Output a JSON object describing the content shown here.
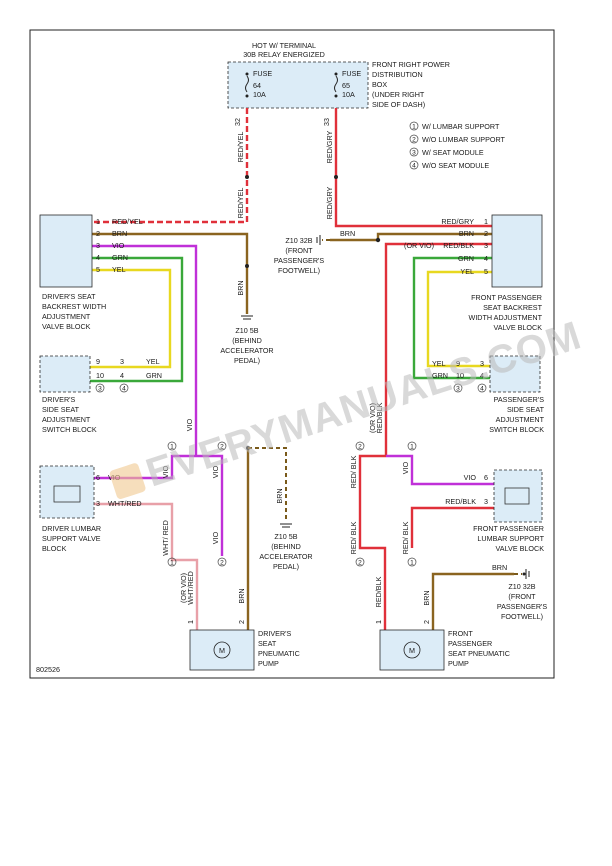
{
  "header": {
    "line1": "HOT W/ TERMINAL",
    "line2": "30B RELAY ENERGIZED"
  },
  "fuses": [
    {
      "label": "FUSE",
      "number": "64",
      "rating": "10A",
      "circuit": "32",
      "wire1": "RED/YEL",
      "wire2": "RED/YEL"
    },
    {
      "label": "FUSE",
      "number": "65",
      "rating": "10A",
      "circuit": "33",
      "wire1": "RED/GRY",
      "wire2": "RED/GRY"
    }
  ],
  "fuse_box": [
    "FRONT RIGHT POWER",
    "DISTRIBUTION",
    "BOX",
    "(UNDER RIGHT",
    "SIDE OF DASH)"
  ],
  "legend": [
    {
      "num": "1",
      "text": "W/ LUMBAR SUPPORT"
    },
    {
      "num": "2",
      "text": "W/O LUMBAR SUPPORT"
    },
    {
      "num": "3",
      "text": "W/ SEAT MODULE"
    },
    {
      "num": "4",
      "text": "W/O SEAT MODULE"
    }
  ],
  "driver_backrest": {
    "label": [
      "DRIVER'S SEAT",
      "BACKREST WIDTH",
      "ADJUSTMENT",
      "VALVE BLOCK"
    ],
    "pins": [
      {
        "pin": "1",
        "wire": "RED/YEL"
      },
      {
        "pin": "2",
        "wire": "BRN"
      },
      {
        "pin": "3",
        "wire": "VIO"
      },
      {
        "pin": "4",
        "wire": "GRN"
      },
      {
        "pin": "5",
        "wire": "YEL"
      }
    ]
  },
  "passenger_backrest": {
    "label": [
      "FRONT PASSENGER",
      "SEAT BACKREST",
      "WIDTH ADJUSTMENT",
      "VALVE BLOCK"
    ],
    "pins": [
      {
        "pin": "1",
        "wire": "RED/GRY"
      },
      {
        "pin": "2",
        "wire": "BRN"
      },
      {
        "pin": "3",
        "wire": "RED/BLK"
      },
      {
        "pin": "4",
        "wire": "GRN"
      },
      {
        "pin": "5",
        "wire": "YEL"
      }
    ],
    "or_vio": "(OR VIO)"
  },
  "ground_center": {
    "wire": "BRN",
    "name": "Z10 32B",
    "loc": [
      "(FRONT",
      "PASSENGER'S",
      "FOOTWELL)"
    ]
  },
  "ground_left": {
    "wire": "BRN",
    "name": "Z10 5B",
    "loc": [
      "(BEHIND",
      "ACCELERATOR",
      "PEDAL)"
    ]
  },
  "ground_mid": {
    "wire": "BRN",
    "name": "Z10 5B",
    "loc": [
      "(BEHIND",
      "ACCELERATOR",
      "PEDAL)"
    ]
  },
  "ground_right": {
    "wire": "BRN",
    "name": "Z10 32B",
    "loc": [
      "(FRONT",
      "PASSENGER'S",
      "FOOTWELL)"
    ]
  },
  "driver_side_switch": {
    "label": [
      "DRIVER'S",
      "SIDE SEAT",
      "ADJUSTMENT",
      "SWITCH BLOCK"
    ],
    "rows": [
      {
        "pin_a": "9",
        "pin_b": "3",
        "wire": "YEL"
      },
      {
        "pin_a": "10",
        "pin_b": "4",
        "wire": "GRN"
      }
    ],
    "circles": [
      "3",
      "4"
    ]
  },
  "passenger_side_switch": {
    "label": [
      "PASSENGER'S",
      "SIDE SEAT",
      "ADJUSTMENT",
      "SWITCH BLOCK"
    ],
    "rows": [
      {
        "pin_a": "9",
        "pin_b": "3",
        "wire": "YEL"
      },
      {
        "pin_a": "10",
        "pin_b": "4",
        "wire": "GRN"
      }
    ],
    "circles": [
      "3",
      "4"
    ],
    "wire_label": "RED/BLK",
    "or_vio": "(OR VIO)"
  },
  "split_labels": {
    "one": "1",
    "two": "2"
  },
  "driver_lumbar": {
    "label": [
      "DRIVER LUMBAR",
      "SUPPORT VALVE",
      "BLOCK"
    ],
    "pins": [
      {
        "pin": "6",
        "wire": "VIO"
      },
      {
        "pin": "3",
        "wire": "WHT/RED"
      }
    ]
  },
  "passenger_lumbar": {
    "label": [
      "FRONT PASSENGER",
      "LUMBAR SUPPORT",
      "VALVE BLOCK"
    ],
    "pins": [
      {
        "pin": "6",
        "wire": "VIO"
      },
      {
        "pin": "3",
        "wire": "RED/BLK"
      }
    ]
  },
  "driver_wires": {
    "vio": "VIO",
    "whtred": "WHT/ RED",
    "brn": "BRN",
    "or_vio": "(OR VIO)",
    "whtred2": "WHT/RED"
  },
  "passenger_wires": {
    "redblk": "RED/ BLK",
    "vio": "VIO",
    "redblk2": "RED/BLK",
    "brn": "BRN"
  },
  "driver_pump": {
    "label": [
      "DRIVER'S",
      "SEAT",
      "PNEUMATIC",
      "PUMP"
    ],
    "pins": [
      "1",
      "2"
    ],
    "motor": "M"
  },
  "passenger_pump": {
    "label": [
      "FRONT",
      "PASSENGER",
      "SEAT PNEUMATIC",
      "PUMP"
    ],
    "pins": [
      "1",
      "2"
    ],
    "motor": "M"
  },
  "watermark": "EVERYMANUALS.COM",
  "figure_id": "802526",
  "colors": {
    "red": "#e0303a",
    "brown": "#8a6420",
    "violet": "#c030d8",
    "green": "#3aa83a",
    "yellow": "#e8d820",
    "pink": "#e8a0a8",
    "box_fill": "#dcecf7"
  }
}
